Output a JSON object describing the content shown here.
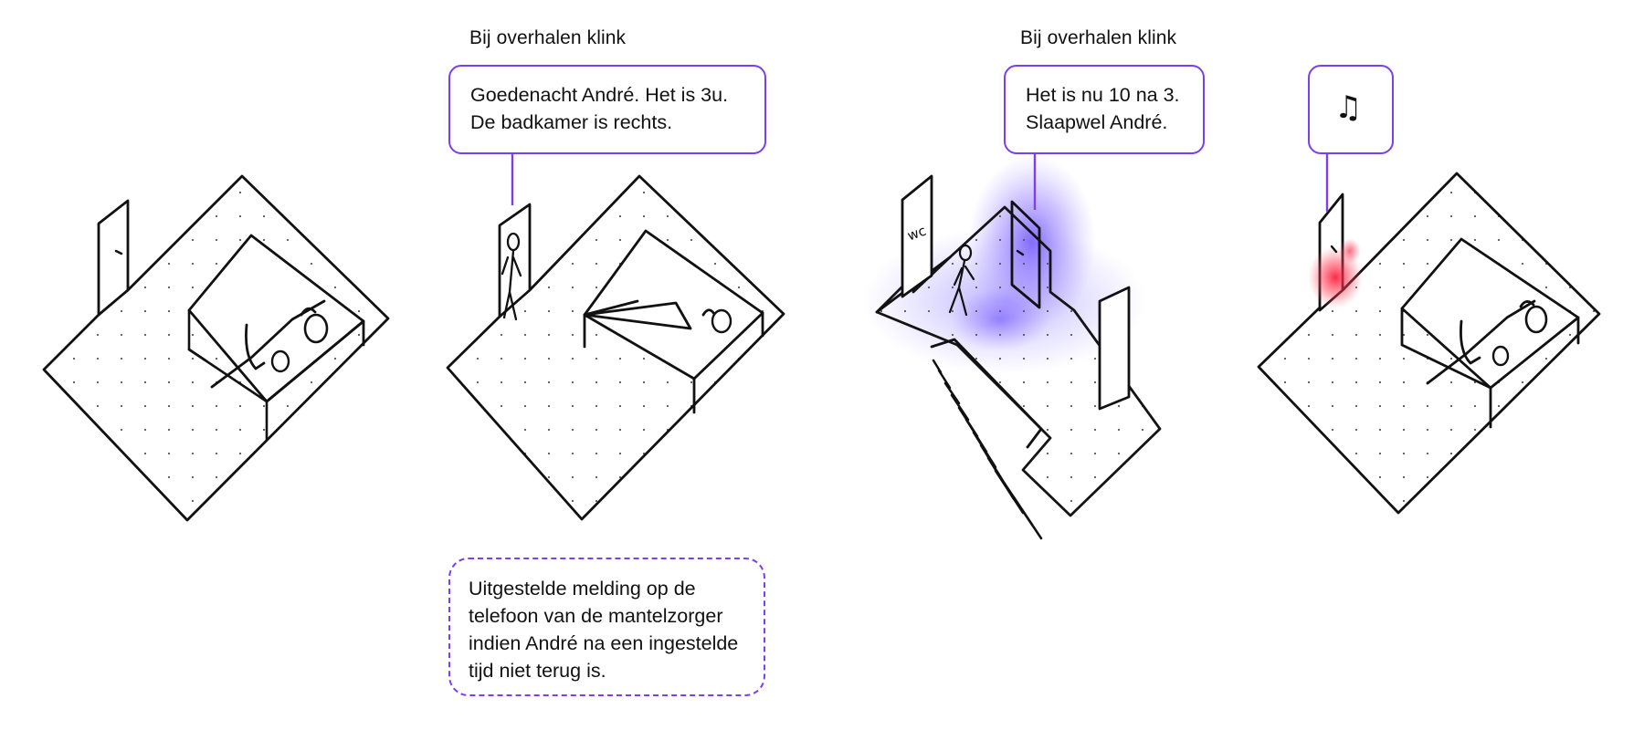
{
  "panel_2": {
    "trigger_caption": "Bij overhalen klink",
    "speech_line_1": "Goedenacht André. Het is 3u.",
    "speech_line_2": "De badkamer is rechts.",
    "note_line_1": "Uitgestelde melding op de",
    "note_line_2": "telefoon van de mantelzorger",
    "note_line_3": "indien André na een ingestelde",
    "note_line_4": "tijd niet terug is."
  },
  "panel_3": {
    "trigger_caption": "Bij overhalen klink",
    "speech_line_1": "Het is nu 10 na 3.",
    "speech_line_2": "Slaapwel André.",
    "door_sign": "wc"
  },
  "panel_4": {
    "sound_symbol": "♫",
    "sound_icon": "music-notes-icon"
  },
  "colors": {
    "accent": "#7b3ff2",
    "purple_glow": "#6a4cff",
    "red_glow": "#ff1f3d",
    "ink": "#111111"
  }
}
